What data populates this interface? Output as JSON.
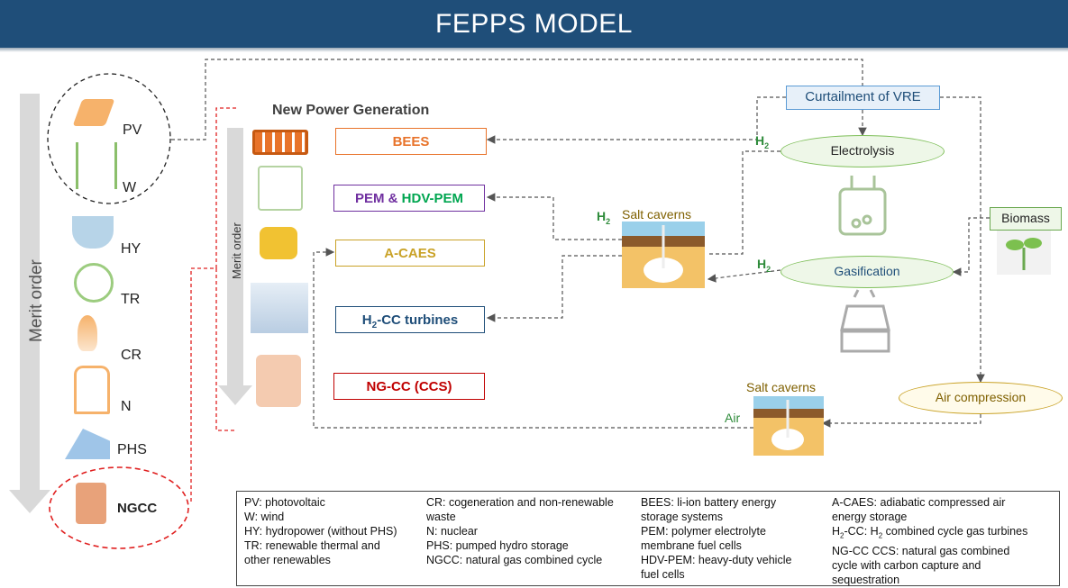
{
  "header": {
    "title": "FEPPS MODEL"
  },
  "left_column": {
    "axis_label": "Merit order",
    "items": [
      "PV",
      "W",
      "HY",
      "TR",
      "CR",
      "N",
      "PHS",
      "NGCC"
    ]
  },
  "new_gen": {
    "title": "New Power Generation",
    "merit_label": "Merit order",
    "technologies": [
      {
        "id": "bees",
        "label": "BEES",
        "color": "#e8732a"
      },
      {
        "id": "pem",
        "label_a": "PEM & ",
        "label_b": "HDV-PEM",
        "color_a": "#7030a0",
        "color_b": "#00a650"
      },
      {
        "id": "acaes",
        "label": "A-CAES",
        "color": "#c9a227"
      },
      {
        "id": "h2cc",
        "label_a": "H",
        "label_sub": "2",
        "label_b": "-CC turbines",
        "color": "#1f4e79"
      },
      {
        "id": "ngcc",
        "label": "NG-CC (CCS)",
        "color": "#c00000"
      }
    ]
  },
  "right_side": {
    "curtailment": "Curtailment of VRE",
    "electrolysis": "Electrolysis",
    "gasification": "Gasification",
    "biomass": "Biomass",
    "air_compression": "Air compression",
    "salt_caverns_top": "Salt caverns",
    "salt_caverns_bottom": "Salt caverns",
    "h2_a": "H",
    "h2_b": "H",
    "h2_c": "H",
    "h2_sub": "2",
    "air": "Air"
  },
  "legend": {
    "col1": [
      "PV: photovoltaic",
      "W: wind",
      "HY: hydropower (without PHS)",
      "TR: renewable thermal and",
      "other renewables"
    ],
    "col2": [
      "CR: cogeneration and non-renewable",
      "waste",
      "N: nuclear",
      "PHS: pumped hydro storage",
      "NGCC: natural gas combined cycle"
    ],
    "col3": [
      "BEES: li-ion battery energy",
      "storage systems",
      "PEM: polymer electrolyte",
      "membrane fuel cells",
      "HDV-PEM: heavy-duty vehicle",
      "fuel cells"
    ],
    "col4_a": "A-CAES: adiabatic compressed air",
    "col4_b": "energy storage",
    "col4_c1": "H",
    "col4_c2": "-CC: H",
    "col4_c3": " combined cycle gas turbines",
    "col4_d": "NG-CC CCS: natural gas combined",
    "col4_e": "cycle with carbon capture and",
    "col4_f": "sequestration"
  },
  "colors": {
    "header": "#1f4e79",
    "electrolysis": "#7fbf5a",
    "air_compression": "#c9a227",
    "curtailment": "#5b9bd5",
    "red_dashed": "#e02020"
  }
}
